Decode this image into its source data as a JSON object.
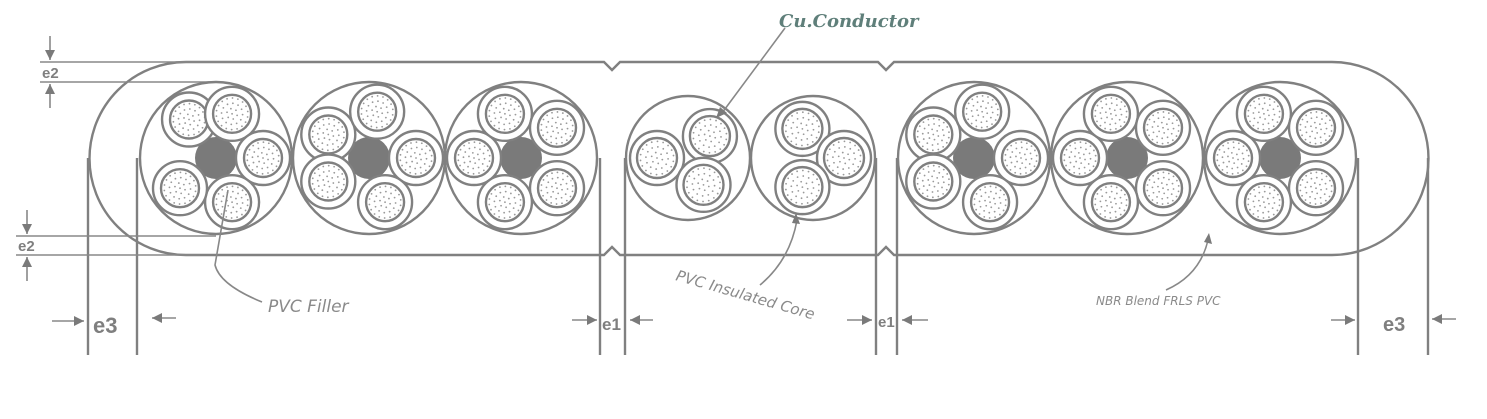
{
  "diagram": {
    "title": "Flat cable cross-section",
    "colors": {
      "line": "#808080",
      "filler": "#7a7a7a",
      "conductor_label": "#5f7f7a",
      "label": "#8a8a8a"
    },
    "labels": {
      "conductor": "Cu.Conductor",
      "filler": "PVC Filler",
      "insulated_core": "PVC Insulated Core",
      "sheath": "NBR Blend FRLS PVC"
    },
    "dimensions": {
      "e1_left": "e1",
      "e1_right": "e1",
      "e2_top": "e2",
      "e2_bottom": "e2",
      "e3_left": "e3",
      "e3_right": "e3"
    },
    "groups": [
      {
        "id": "g1",
        "cores": 5,
        "filler": true
      },
      {
        "id": "g2",
        "cores": 5,
        "filler": true
      },
      {
        "id": "g3",
        "cores": 5,
        "filler": true
      },
      {
        "id": "g4",
        "cores": 3,
        "filler": false
      },
      {
        "id": "g5",
        "cores": 3,
        "filler": false
      },
      {
        "id": "g6",
        "cores": 5,
        "filler": true
      },
      {
        "id": "g7",
        "cores": 5,
        "filler": true
      },
      {
        "id": "g8",
        "cores": 5,
        "filler": true
      }
    ]
  }
}
